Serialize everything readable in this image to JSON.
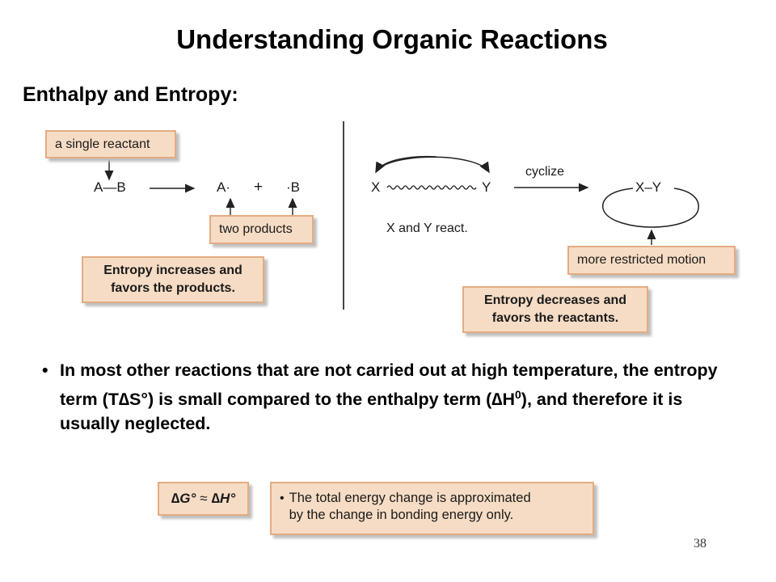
{
  "slide": {
    "title": "Understanding Organic Reactions",
    "subtitle": "Enthalpy and Entropy:",
    "page_number": "38"
  },
  "left_diagram": {
    "label_single_reactant": "a single reactant",
    "reactant": "A—B",
    "product_a": "A·",
    "plus": "+",
    "product_b": "·B",
    "label_two_products": "two products",
    "conclusion": [
      "Entropy increases and",
      "favors the products."
    ]
  },
  "right_diagram": {
    "x": "X",
    "y": "Y",
    "arrow_label": "cyclize",
    "caption": "X and Y react.",
    "cyclic_product": "X–Y",
    "label_restricted": "more restricted motion",
    "conclusion": [
      "Entropy decreases and",
      "favors the reactants."
    ]
  },
  "bullet": {
    "symbol": "•",
    "text_1": "In most other reactions that are not carried out at high temperature, the entropy term (T",
    "delta_1": "∆",
    "text_2": "S°) is small compared to the enthalpy term (",
    "delta_2": "∆",
    "text_3": "H",
    "superscript": "0",
    "text_4": "), and therefore it is usually neglected."
  },
  "equation_box": {
    "delta_g": "∆G°",
    "approx": "≈",
    "delta_h": "∆H°"
  },
  "note_box": {
    "symbol": "•",
    "line_1": "The total energy change is approximated",
    "line_2": "by the change in bonding energy only."
  }
}
